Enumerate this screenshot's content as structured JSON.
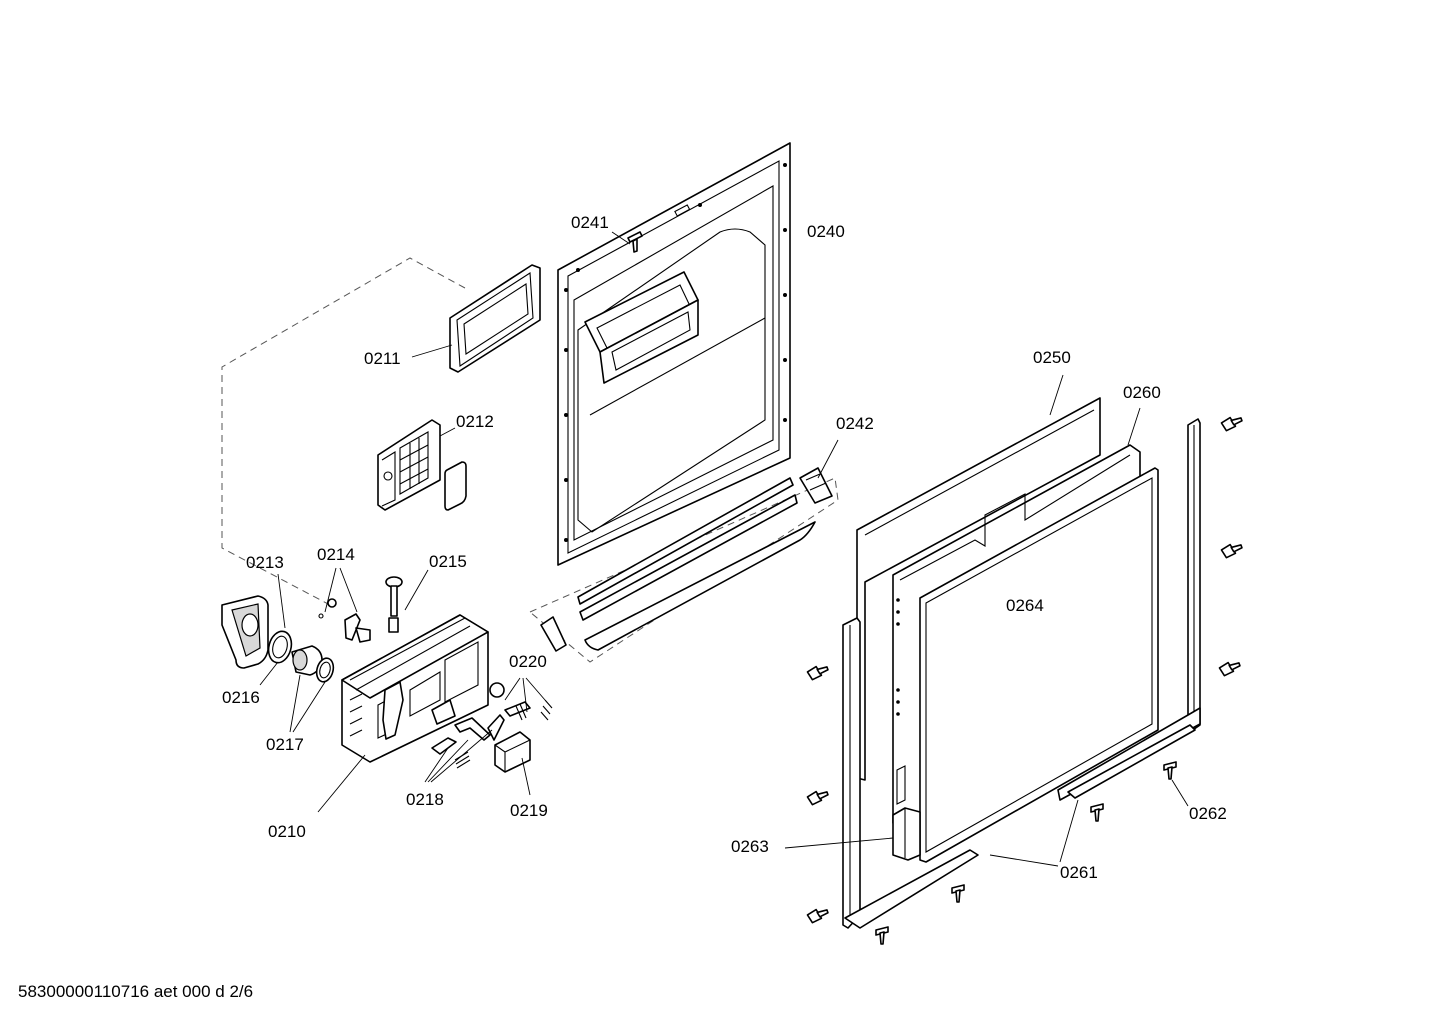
{
  "diagram": {
    "labels": {
      "p0210": "0210",
      "p0211": "0211",
      "p0212": "0212",
      "p0213": "0213",
      "p0214": "0214",
      "p0215": "0215",
      "p0216": "0216",
      "p0217": "0217",
      "p0218": "0218",
      "p0219": "0219",
      "p0220": "0220",
      "p0240": "0240",
      "p0241": "0241",
      "p0242": "0242",
      "p0250": "0250",
      "p0260": "0260",
      "p0261": "0261",
      "p0262": "0262",
      "p0263": "0263",
      "p0264": "0264"
    },
    "footer": "58300000110716 aet 000 d 2/6"
  }
}
